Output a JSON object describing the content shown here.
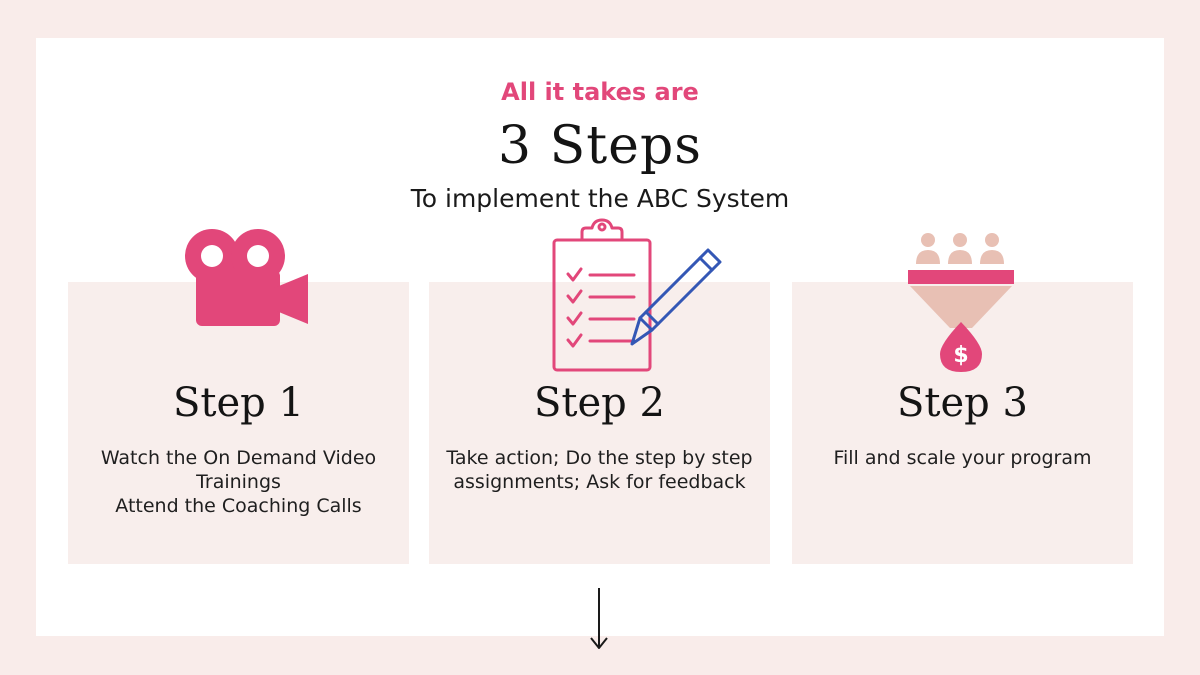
{
  "header": {
    "eyebrow": "All it takes are",
    "title": "3 Steps",
    "subtitle": "To implement the ABC System"
  },
  "steps": [
    {
      "title": "Step 1",
      "icon": "video-camera-icon",
      "lines": [
        "Watch the On Demand Video",
        "Trainings",
        "Attend the Coaching Calls"
      ]
    },
    {
      "title": "Step 2",
      "icon": "clipboard-checklist-pencil-icon",
      "lines": [
        "Take action; Do the step by step",
        "assignments; Ask for feedback"
      ]
    },
    {
      "title": "Step 3",
      "icon": "sales-funnel-dollar-icon",
      "lines": [
        "Fill and scale your program"
      ]
    }
  ],
  "colors": {
    "accent": "#e2477a",
    "background": "#f9ecea",
    "card": "#f8eeec",
    "pencil": "#3457b5",
    "funnel": "#e8c0b4"
  }
}
